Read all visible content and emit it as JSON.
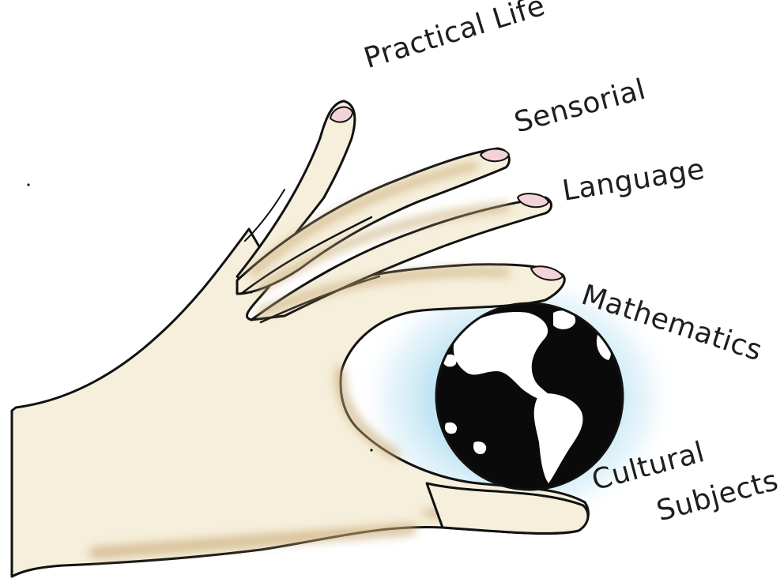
{
  "labels": {
    "practical_life": "Practical Life",
    "sensorial": "Sensorial",
    "language": "Language",
    "mathematics": "Mathematics",
    "cultural_line1": "Cultural",
    "cultural_line2": "Subjects"
  },
  "colors": {
    "skin": "#f6efdc",
    "skin_shadow": "#c9ab77",
    "nail": "#f3d3d8",
    "outline": "#111111",
    "globe_ocean": "#0a0a0a",
    "globe_land": "#ffffff",
    "glow": "#bfe3f3",
    "text": "#1e1e1e"
  },
  "icons": {
    "hand": "hand-icon",
    "globe": "globe-icon"
  }
}
